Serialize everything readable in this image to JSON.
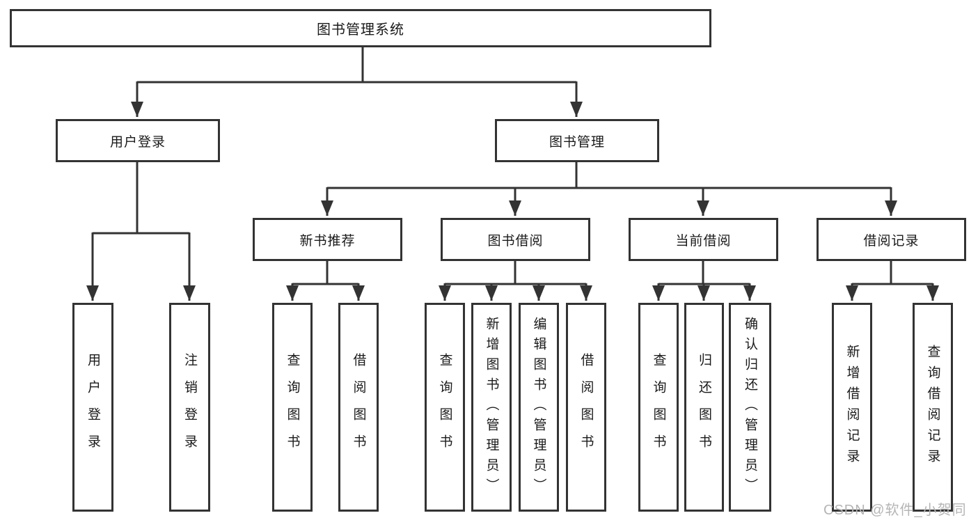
{
  "diagram": {
    "root": "图书管理系统",
    "branches": {
      "user_login": "用户登录",
      "book_mgmt": "图书管理"
    },
    "modules": {
      "new_book": "新书推荐",
      "book_borrow": "图书借阅",
      "current_borrow": "当前借阅",
      "borrow_record": "借阅记录"
    },
    "leaves": {
      "user_login": [
        "用户登录",
        "注销登录"
      ],
      "new_book": [
        "查询图书",
        "借阅图书"
      ],
      "book_borrow": [
        "查询图书",
        "新增图书（管理员）",
        "编辑图书（管理员）",
        "借阅图书"
      ],
      "current_borrow": [
        "查询图书",
        "归还图书",
        "确认归还（管理员）"
      ],
      "borrow_record": [
        "新增借阅记录",
        "查询借阅记录"
      ]
    }
  },
  "watermark": "CSDN @软件_小贺同学",
  "colors": {
    "line": "#333333",
    "text": "#1a1a1a",
    "watermark": "#b5b5b5",
    "background": "#ffffff"
  }
}
